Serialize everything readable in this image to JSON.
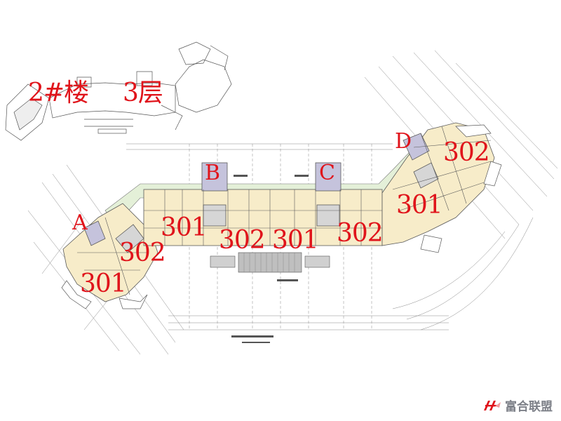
{
  "title": {
    "building": "2#楼",
    "floor": "3层"
  },
  "cores": {
    "a": "A",
    "b": "B",
    "c": "C",
    "d": "D"
  },
  "units": {
    "a_301": "301",
    "a_302": "302",
    "b_301": "301",
    "b_302": "302",
    "c_301": "301",
    "c_302": "302",
    "d_301": "301",
    "d_302": "302"
  },
  "logo": {
    "text": "富合联盟",
    "brand_color": "#e0141b",
    "text_color": "#7d8088"
  },
  "colors": {
    "unit_fill": "#f7ecc9",
    "core_fill": "#c5c3dc",
    "stair_fill": "#d6d6d6",
    "landscape_fill": "#e4f0d8",
    "line": "#5a5a5a"
  }
}
